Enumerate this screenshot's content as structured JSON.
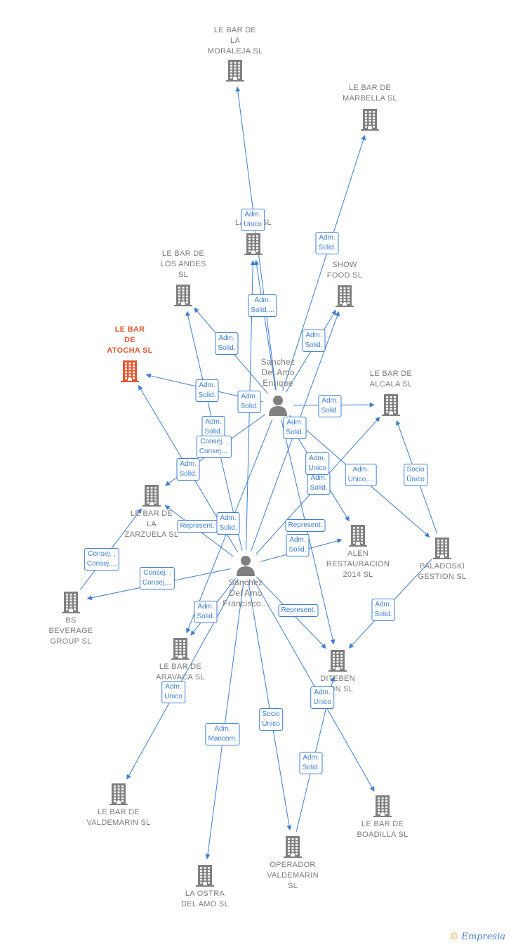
{
  "brand": "Empresia",
  "colors": {
    "edge": "#3b7dd8",
    "node": "#808080",
    "highlight": "#e4572e"
  },
  "nodes": [
    {
      "id": "moraleja",
      "label": "LE BAR DE\nLA\nMORALEJA  SL",
      "type": "company",
      "icon": "building-icon"
    },
    {
      "id": "marbella",
      "label": "LE BAR DE\nMARBELLA  SL",
      "type": "company",
      "icon": "building-icon"
    },
    {
      "id": "la_sl",
      "label": "LA B... SL",
      "type": "company",
      "icon": "building-icon"
    },
    {
      "id": "los_andes",
      "label": "LE BAR DE\nLOS ANDES\nSL",
      "type": "company",
      "icon": "building-icon"
    },
    {
      "id": "show_food",
      "label": "SHOW\nFOOD  SL",
      "type": "company",
      "icon": "building-icon"
    },
    {
      "id": "atocha",
      "label": "LE BAR\nDE\nATOCHA  SL",
      "type": "company",
      "icon": "building-icon",
      "highlight": true
    },
    {
      "id": "enrique",
      "label": "Sanchez\nDel Amo\nEnrique",
      "type": "person",
      "icon": "person-icon"
    },
    {
      "id": "alcala",
      "label": "LE BAR DE\nALCALA  SL",
      "type": "company",
      "icon": "building-icon"
    },
    {
      "id": "zarzuela",
      "label": "LE BAR DE\nLA\nZARZUELA  SL",
      "type": "company",
      "icon": "building-icon"
    },
    {
      "id": "alen",
      "label": "ALEN\nRESTAURACION\n2014  SL",
      "type": "company",
      "icon": "building-icon"
    },
    {
      "id": "paladoski",
      "label": "PALADOSKI\nGESTION  SL",
      "type": "company",
      "icon": "building-icon"
    },
    {
      "id": "francisco",
      "label": "Sanchez\nDel Amo\nFrancisco...",
      "type": "person",
      "icon": "person-icon"
    },
    {
      "id": "bs_beverage",
      "label": "BS\nBEVERAGE\nGROUP  SL",
      "type": "company",
      "icon": "building-icon"
    },
    {
      "id": "aravaca",
      "label": "LE BAR DE\nARAVACA  SL",
      "type": "company",
      "icon": "building-icon"
    },
    {
      "id": "diteben",
      "label": "DITEBEN\n...ON  SL",
      "type": "company",
      "icon": "building-icon"
    },
    {
      "id": "valdemarin",
      "label": "LE BAR DE\nVALDEMARIN SL",
      "type": "company",
      "icon": "building-icon"
    },
    {
      "id": "boadilla",
      "label": "LE BAR DE\nBOADILLA  SL",
      "type": "company",
      "icon": "building-icon"
    },
    {
      "id": "la_ostra",
      "label": "LA OSTRA\nDEL AMO SL",
      "type": "company",
      "icon": "building-icon"
    },
    {
      "id": "operador",
      "label": "OPERADOR\nVALDEMARIN\nSL",
      "type": "company",
      "icon": "building-icon"
    }
  ],
  "edges": [
    {
      "from": "enrique",
      "to": "moraleja"
    },
    {
      "from": "enrique",
      "to": "marbella"
    },
    {
      "from": "enrique",
      "to": "la_sl"
    },
    {
      "from": "enrique",
      "to": "los_andes"
    },
    {
      "from": "enrique",
      "to": "show_food"
    },
    {
      "from": "enrique",
      "to": "atocha"
    },
    {
      "from": "enrique",
      "to": "alcala"
    },
    {
      "from": "enrique",
      "to": "zarzuela"
    },
    {
      "from": "enrique",
      "to": "alen"
    },
    {
      "from": "enrique",
      "to": "paladoski"
    },
    {
      "from": "enrique",
      "to": "diteben"
    },
    {
      "from": "enrique",
      "to": "aravaca"
    },
    {
      "from": "francisco",
      "to": "la_sl"
    },
    {
      "from": "francisco",
      "to": "los_andes"
    },
    {
      "from": "francisco",
      "to": "show_food"
    },
    {
      "from": "francisco",
      "to": "atocha"
    },
    {
      "from": "francisco",
      "to": "alcala"
    },
    {
      "from": "francisco",
      "to": "zarzuela"
    },
    {
      "from": "francisco",
      "to": "alen"
    },
    {
      "from": "francisco",
      "to": "bs_beverage"
    },
    {
      "from": "francisco",
      "to": "aravaca"
    },
    {
      "from": "francisco",
      "to": "diteben"
    },
    {
      "from": "francisco",
      "to": "valdemarin"
    },
    {
      "from": "francisco",
      "to": "boadilla"
    },
    {
      "from": "francisco",
      "to": "la_ostra"
    },
    {
      "from": "francisco",
      "to": "operador"
    },
    {
      "from": "bs_beverage",
      "to": "zarzuela"
    },
    {
      "from": "paladoski",
      "to": "alcala"
    },
    {
      "from": "paladoski",
      "to": "diteben"
    },
    {
      "from": "operador",
      "to": "diteben"
    }
  ],
  "roles": [
    {
      "text": "Adm.\nUnico"
    },
    {
      "text": "Adm.\nSolid."
    },
    {
      "text": "Adm.\nSolid...."
    },
    {
      "text": "Adm.\nSolid."
    },
    {
      "text": "Adm.\nSolid."
    },
    {
      "text": "Adm.\nSolid."
    },
    {
      "text": "Adm.\nSolid."
    },
    {
      "text": "Adm.\nSolid."
    },
    {
      "text": "Adm.\nSolid."
    },
    {
      "text": "Consej. ,\nConsej...."
    },
    {
      "text": "Adm.\nSolid."
    },
    {
      "text": "Adm.\nSolid."
    },
    {
      "text": "Adm.\nUnico,..."
    },
    {
      "text": "Socio\nÚnico"
    },
    {
      "text": "Adm.\nSolid."
    },
    {
      "text": "Represent."
    },
    {
      "text": "Adm.\nSolid."
    },
    {
      "text": "Represent."
    },
    {
      "text": "Adm.\nSolid."
    },
    {
      "text": "Consej. ,\nConsej...."
    },
    {
      "text": "Consej. ,\nConsej...."
    },
    {
      "text": "Adm.\nSolid."
    },
    {
      "text": "Represent."
    },
    {
      "text": "Adm.\nSolid."
    },
    {
      "text": "Adm.\nUnico"
    },
    {
      "text": "Adm.\nUnico"
    },
    {
      "text": "Adm.\nMancom."
    },
    {
      "text": "Socio\nÚnico"
    },
    {
      "text": "Adm.\nSolid."
    },
    {
      "text": "Adm.\nUnico"
    }
  ]
}
